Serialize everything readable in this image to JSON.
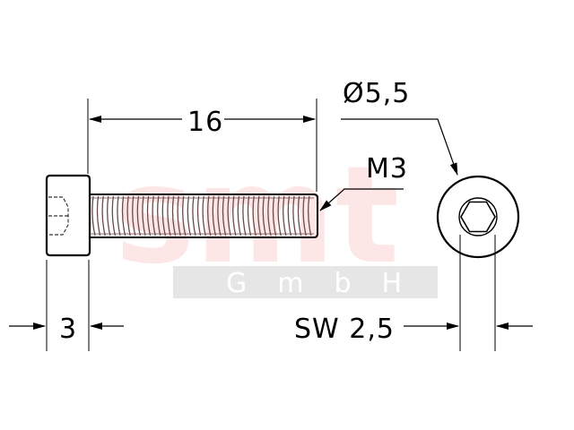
{
  "logo": {
    "brand": "smt",
    "company_form": "GmbH",
    "colors": {
      "brand_fill": "#fde6e6",
      "band_fill": "#e6e6e6",
      "band_text": "#ffffff"
    }
  },
  "dimensions": {
    "length": "16",
    "head_diameter": "Ø5,5",
    "thread": "M3",
    "head_height": "3",
    "socket_size": "SW 2,5"
  },
  "colors": {
    "ink": "#000000",
    "thread_tint": "#6b4a4a"
  }
}
